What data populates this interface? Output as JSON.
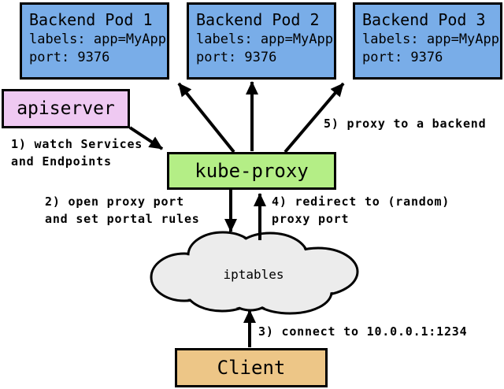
{
  "pods": [
    {
      "title": "Backend Pod 1",
      "labels": "labels: app=MyApp",
      "port": "port: 9376"
    },
    {
      "title": "Backend Pod 2",
      "labels": "labels: app=MyApp",
      "port": "port: 9376"
    },
    {
      "title": "Backend Pod 3",
      "labels": "labels: app=MyApp",
      "port": "port: 9376"
    }
  ],
  "apiserver": {
    "label": "apiserver"
  },
  "kube_proxy": {
    "label": "kube-proxy"
  },
  "iptables": {
    "label": "iptables"
  },
  "client": {
    "label": "Client"
  },
  "annotations": {
    "step1": "1) watch Services\nand Endpoints",
    "step2": "2) open proxy port\nand set portal rules",
    "step3": "3) connect to 10.0.0.1:1234",
    "step4": "4) redirect to (random)\nproxy port",
    "step5": "5) proxy to a backend"
  },
  "colors": {
    "pod_fill": "#79ade8",
    "apiserver_fill": "#efc9f2",
    "kube_proxy_fill": "#b4ee86",
    "client_fill": "#edc687",
    "cloud_fill": "#ececec",
    "stroke": "#000000",
    "background": "#ffffff"
  }
}
